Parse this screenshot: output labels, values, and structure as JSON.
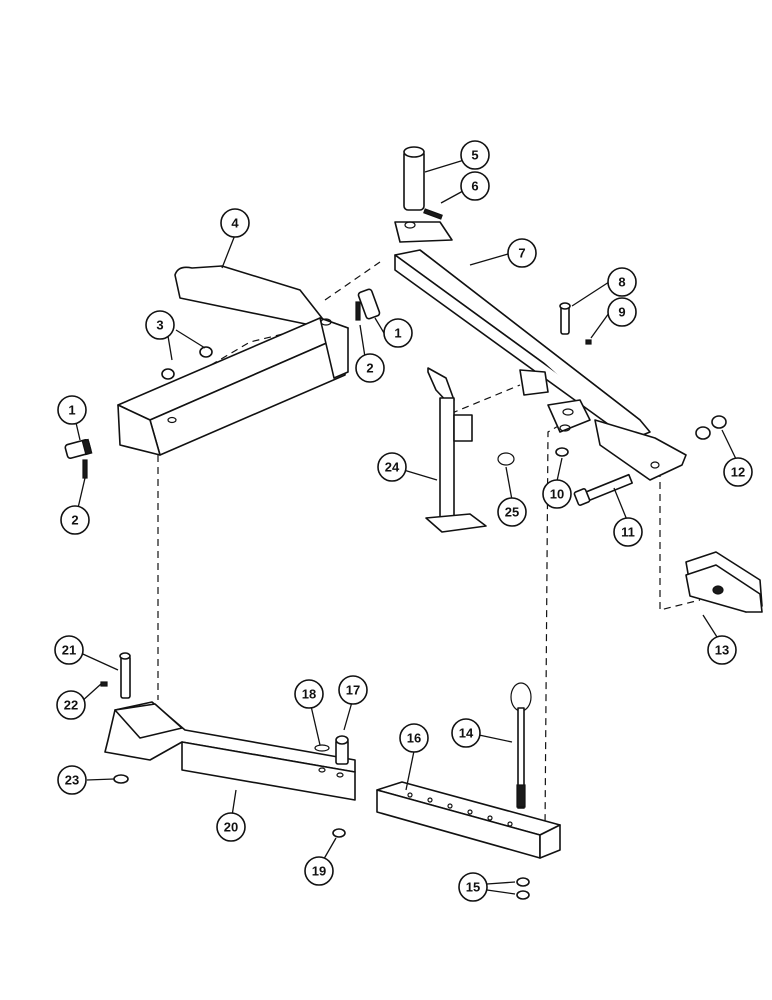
{
  "diagram": {
    "callouts": [
      {
        "id": "c1a",
        "label": "1"
      },
      {
        "id": "c1b",
        "label": "1"
      },
      {
        "id": "c2a",
        "label": "2"
      },
      {
        "id": "c2b",
        "label": "2"
      },
      {
        "id": "c3",
        "label": "3"
      },
      {
        "id": "c4",
        "label": "4"
      },
      {
        "id": "c5",
        "label": "5"
      },
      {
        "id": "c6",
        "label": "6"
      },
      {
        "id": "c7",
        "label": "7"
      },
      {
        "id": "c8",
        "label": "8"
      },
      {
        "id": "c9",
        "label": "9"
      },
      {
        "id": "c10",
        "label": "10"
      },
      {
        "id": "c11",
        "label": "11"
      },
      {
        "id": "c12",
        "label": "12"
      },
      {
        "id": "c13",
        "label": "13"
      },
      {
        "id": "c14",
        "label": "14"
      },
      {
        "id": "c15",
        "label": "15"
      },
      {
        "id": "c16",
        "label": "16"
      },
      {
        "id": "c17",
        "label": "17"
      },
      {
        "id": "c18",
        "label": "18"
      },
      {
        "id": "c19",
        "label": "19"
      },
      {
        "id": "c20",
        "label": "20"
      },
      {
        "id": "c21",
        "label": "21"
      },
      {
        "id": "c22",
        "label": "22"
      },
      {
        "id": "c23",
        "label": "23"
      },
      {
        "id": "c24",
        "label": "24"
      },
      {
        "id": "c25",
        "label": "25"
      }
    ]
  }
}
